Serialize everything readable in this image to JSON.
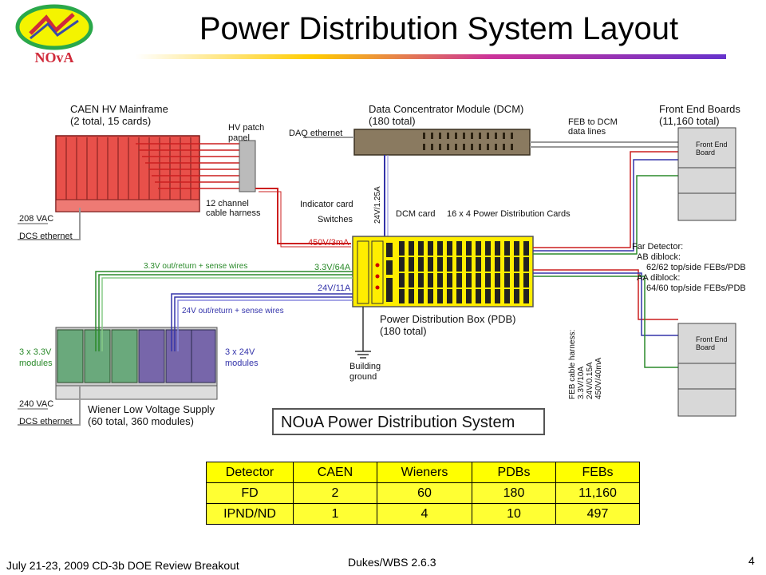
{
  "title": "Power Distribution System Layout",
  "logo": {
    "text": "NOvA"
  },
  "diagram": {
    "caen_label_1": "CAEN HV Mainframe",
    "caen_label_2": "(2 total, 15 cards)",
    "hv_patch_1": "HV patch",
    "hv_patch_2": "panel",
    "harness_1": "12 channel",
    "harness_2": "cable harness",
    "vac208": "208 VAC",
    "dcs1": "DCS ethernet",
    "dcm_label_1": "Data Concentrator Module (DCM)",
    "dcm_label_2": "(180 total)",
    "daq": "DAQ ethernet",
    "feb_dcm_1": "FEB to DCM",
    "feb_dcm_2": "data lines",
    "feb_label_1": "Front End Boards",
    "feb_label_2": "(11,160 total)",
    "feb_board_1": "Front End",
    "feb_board_2": "Board",
    "indicator": "Indicator card",
    "switches": "Switches",
    "vertical_24v": "24V/1.25A",
    "dcm_card": "DCM card",
    "pdc": "16 x 4 Power Distribution Cards",
    "v450": "450V/3mA",
    "v33a": "3.3V/64A",
    "v24a": "24V/11A",
    "v33_wires": "3.3V out/return + sense wires",
    "v24_wires": "24V out/return + sense wires",
    "far_1": "Far Detector:",
    "far_2": "AB diblock:",
    "far_3": "62/62 top/side FEBs/PDB",
    "far_4": "AA diblock:",
    "far_5": "64/60 top/side FEBs/PDB",
    "pdb_1": "Power Distribution Box (PDB)",
    "pdb_2": "(180 total)",
    "ground_1": "Building",
    "ground_2": "ground",
    "m33_1": "3 x 3.3V",
    "m33_2": "modules",
    "m24_1": "3 x 24V",
    "m24_2": "modules",
    "vac240": "240 VAC",
    "dcs2": "DCS ethernet",
    "wiener_1": "Wiener Low Voltage Supply",
    "wiener_2": "(60 total, 360 modules)",
    "feb_harness": [
      "FEB cable harness:",
      "3.3V/10A",
      "24V/0.15A",
      "450V/40mA"
    ],
    "system_title": "NOυA Power Distribution System"
  },
  "table": {
    "headers": [
      "Detector",
      "CAEN",
      "Wieners",
      "PDBs",
      "FEBs"
    ],
    "rows": [
      [
        "FD",
        "2",
        "60",
        "180",
        "11,160"
      ],
      [
        "IPND/ND",
        "1",
        "4",
        "10",
        "497"
      ]
    ]
  },
  "footer": {
    "left": "July 21-23, 2009 CD-3b DOE Review Breakout",
    "center": "Dukes/WBS 2.6.3",
    "right": "4"
  },
  "colors": {
    "caen": "#e8504a",
    "pdb": "#ffee00",
    "dcm": "#8a7a60",
    "wiener_green": "#6aa97c",
    "wiener_purple": "#7766aa",
    "feb": "#d8d8d8"
  }
}
